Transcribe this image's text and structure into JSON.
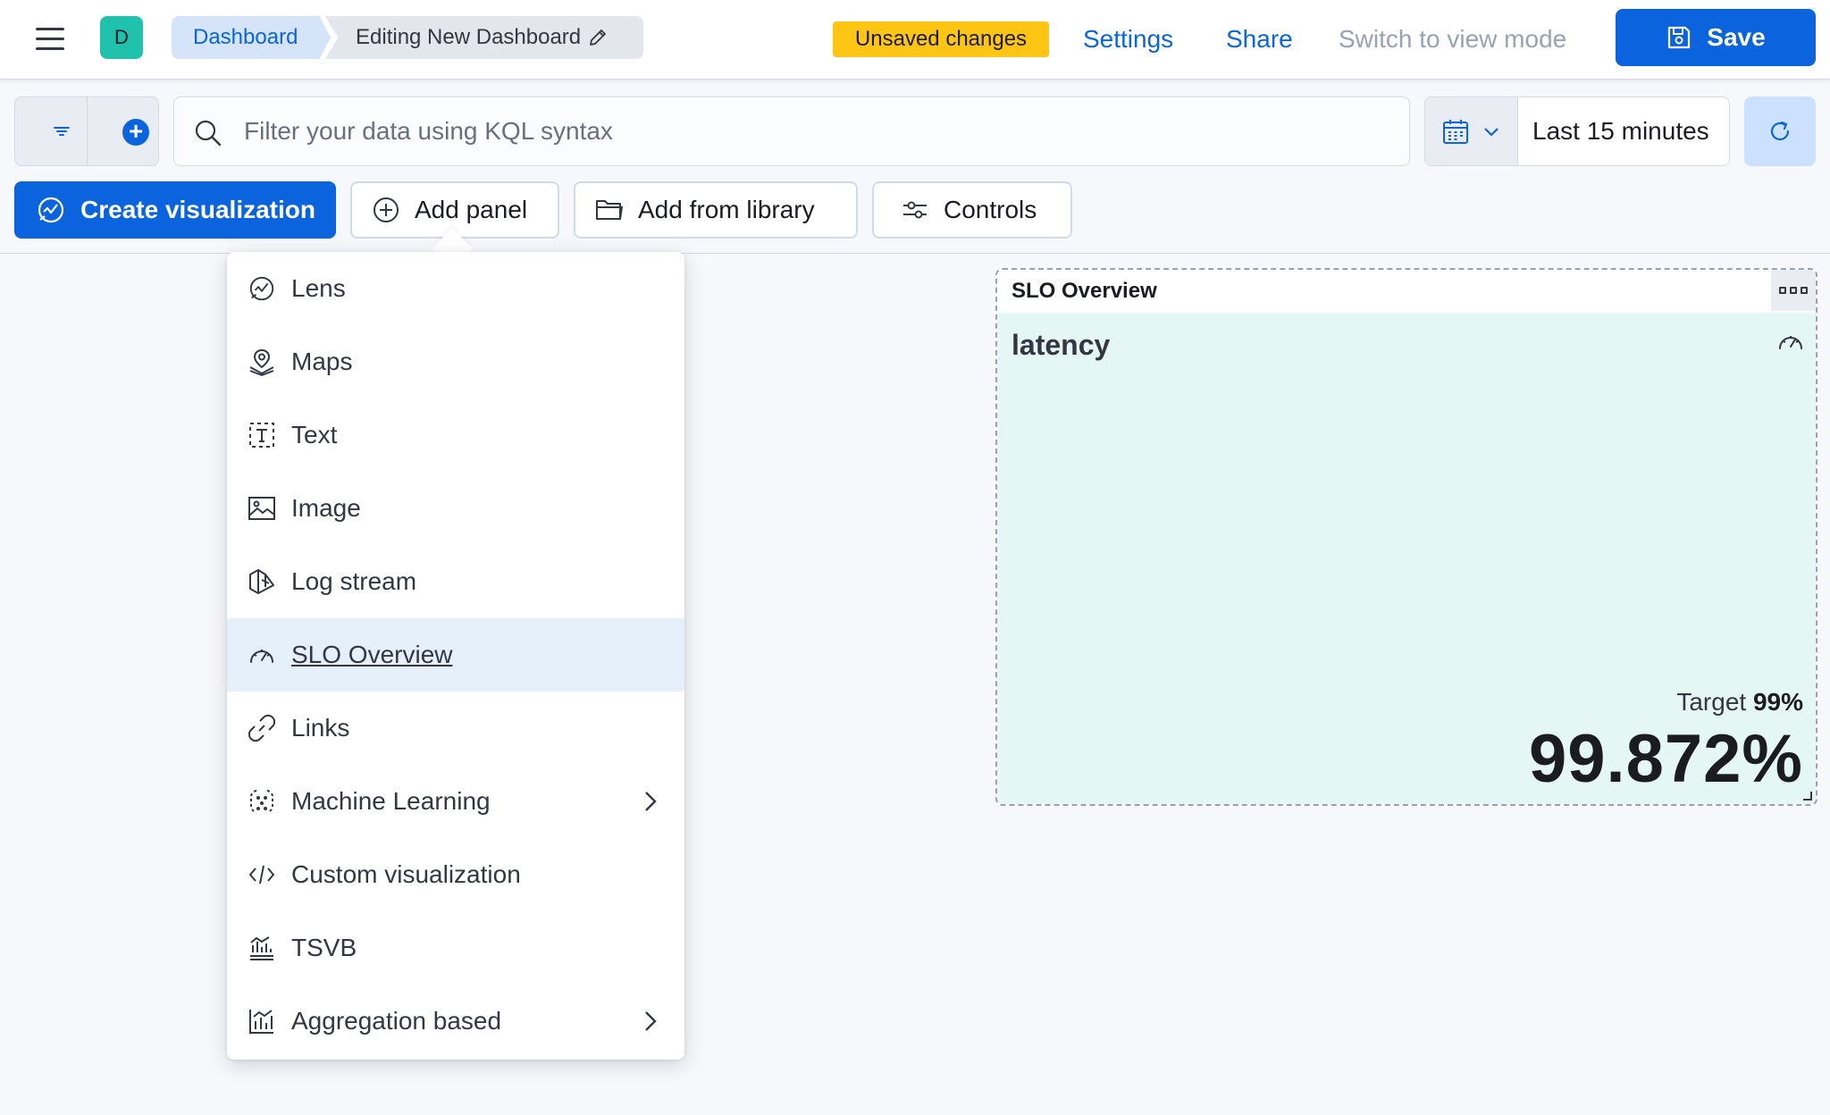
{
  "header": {
    "avatar_letter": "D",
    "breadcrumbs": [
      "Dashboard",
      "Editing New Dashboard"
    ],
    "unsaved_badge": "Unsaved changes",
    "settings": "Settings",
    "share": "Share",
    "switch_mode": "Switch to view mode",
    "save": "Save"
  },
  "query": {
    "placeholder": "Filter your data using KQL syntax",
    "time_range": "Last 15 minutes"
  },
  "toolbar": {
    "create_visualization": "Create visualization",
    "add_panel": "Add panel",
    "add_from_library": "Add from library",
    "controls": "Controls"
  },
  "add_panel_menu": {
    "items": [
      {
        "label": "Lens",
        "icon": "lens-icon"
      },
      {
        "label": "Maps",
        "icon": "maps-icon"
      },
      {
        "label": "Text",
        "icon": "text-icon"
      },
      {
        "label": "Image",
        "icon": "image-icon"
      },
      {
        "label": "Log stream",
        "icon": "log-stream-icon"
      },
      {
        "label": "SLO Overview",
        "icon": "gauge-icon",
        "active": true
      },
      {
        "label": "Links",
        "icon": "link-icon"
      },
      {
        "label": "Machine Learning",
        "icon": "machine-learning-icon",
        "submenu": true
      },
      {
        "label": "Custom visualization",
        "icon": "code-icon"
      },
      {
        "label": "TSVB",
        "icon": "tsvb-icon"
      },
      {
        "label": "Aggregation based",
        "icon": "aggregation-icon",
        "submenu": true
      }
    ]
  },
  "slo_panel": {
    "title": "SLO Overview",
    "slo_name": "latency",
    "target_label": "Target",
    "target_value": "99%",
    "value": "99.872%"
  },
  "colors": {
    "primary": "#0b64dd",
    "warning_badge": "#fec514",
    "slo_background": "#e5f7f5",
    "avatar": "#20c2ad"
  }
}
